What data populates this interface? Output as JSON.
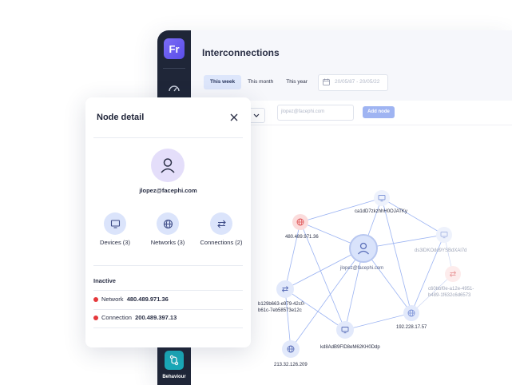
{
  "app": {
    "logo_text": "Fr",
    "page_title": "Interconnections",
    "period_tabs": [
      "This week",
      "This month",
      "This year"
    ],
    "date_range": "20/05/87 - 20/05/22",
    "search_value": "jlopez@facephi.com",
    "add_node_label": "Add node",
    "sidebar_behaviour_label": "Behaviour"
  },
  "graph": {
    "center_label": "jlopez@facephi.com",
    "nodes": {
      "network_red": "480.489.971.36",
      "device_top": "ca1dD7zkzhhH0OJATKy",
      "device_right": "ds3lDKOdd9YSBdXAl7d",
      "connection_red_right": "c60bbf0e-a12e-4951-b489-1f632c6d6573",
      "connection_left": "b129b663-e979-42c0-b61c-7eb58573e12c",
      "device_bottom": "kd8AdB9FlD8eM62KH0Ddp",
      "network_bottom_left": "213.32.126.209",
      "network_bottom_right": "192.228.17.57"
    }
  },
  "detail": {
    "title": "Node detail",
    "email": "jlopez@facephi.com",
    "stats": {
      "devices": "Devices (3)",
      "networks": "Networks (3)",
      "connections": "Connections (2)"
    },
    "inactive_title": "Inactive",
    "inactive_items": [
      {
        "type": "Network",
        "value": "480.489.971.36"
      },
      {
        "type": "Connection",
        "value": "200.489.397.13"
      }
    ]
  },
  "colors": {
    "accent": "#5a4de8",
    "sidebar": "#1f2638",
    "inactive_dot": "#e5383b",
    "edge": "#8aa6f0"
  }
}
